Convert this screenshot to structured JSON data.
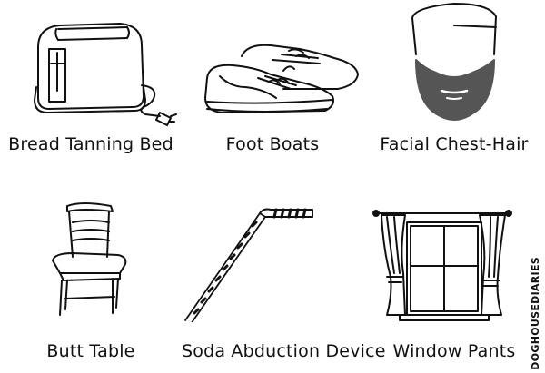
{
  "captions": [
    "Bread Tanning Bed",
    "Foot Boats",
    "Facial Chest-Hair",
    "Butt Table",
    "Soda Abduction Device",
    "Window Pants"
  ],
  "credit": "DOGHOUSEDIARIES",
  "colors": {
    "ink": "#111111",
    "beard": "#555555",
    "background": "#ffffff"
  }
}
